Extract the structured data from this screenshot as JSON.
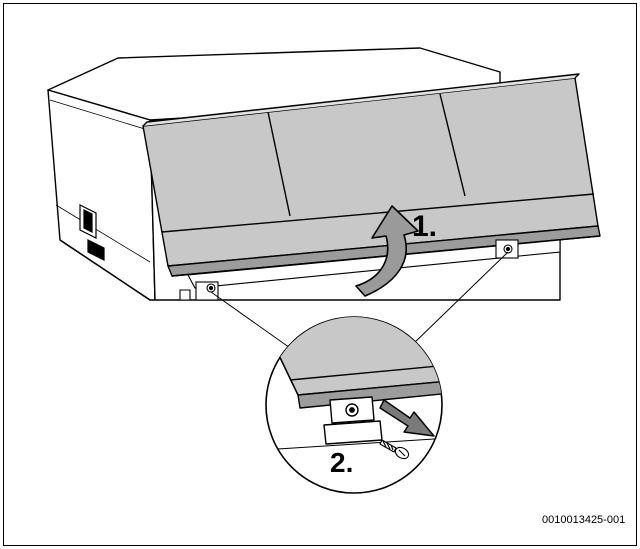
{
  "figure": {
    "step1_label": "1.",
    "step2_label": "2.",
    "reference_code": "0010013425-001",
    "colors": {
      "panel_fill": "#c8c8c8",
      "panel_dark": "#a9a9a9",
      "housing_fill": "#ffffff",
      "stroke": "#000000",
      "detail_bg": "#f0f0f0"
    }
  }
}
